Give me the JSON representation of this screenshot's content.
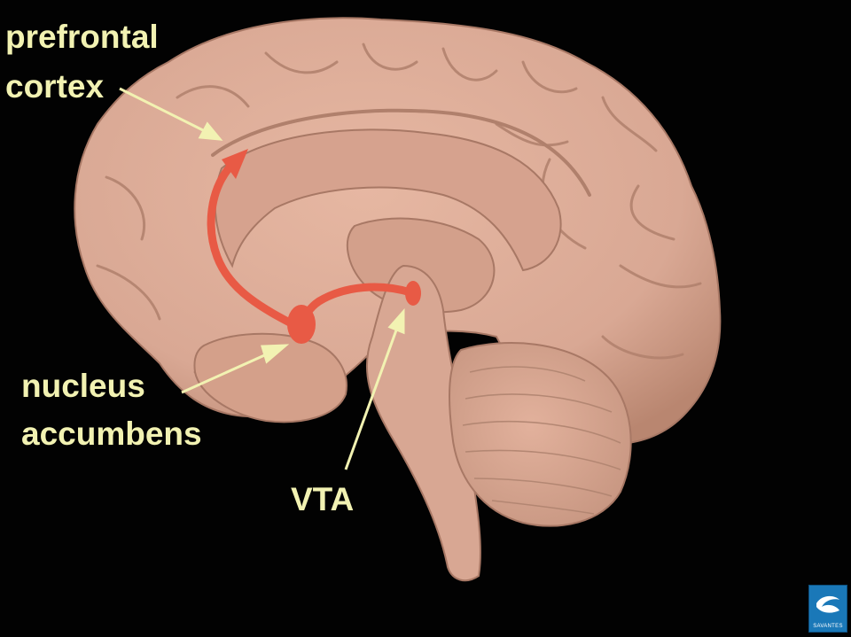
{
  "diagram": {
    "labels": {
      "prefrontal_line1": "prefrontal",
      "prefrontal_line2": "cortex",
      "nucleus_line1": "nucleus",
      "nucleus_line2": "accumbens",
      "vta": "VTA"
    },
    "colors": {
      "background": "#020202",
      "brain": "#d9a894",
      "label_text": "#f2f2b2",
      "pathway": "#e85a45"
    },
    "logo": {
      "text": "SAVANTES"
    }
  }
}
